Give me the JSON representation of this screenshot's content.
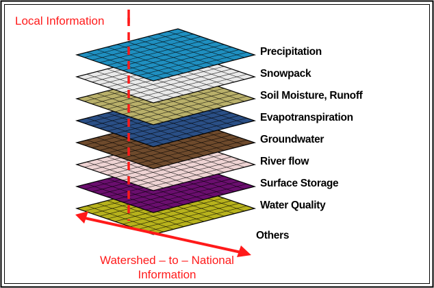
{
  "top_label": "Local Information",
  "bottom_label": {
    "line1": "Watershed – to – National",
    "line2": "Information"
  },
  "layers": [
    {
      "label": "Precipitation",
      "color": "#1f8fc0"
    },
    {
      "label": "Snowpack",
      "color": "#e9e9e9"
    },
    {
      "label": "Soil Moisture, Runoff",
      "color": "#b9b06a"
    },
    {
      "label": "Evapotranspiration",
      "color": "#2a4f86"
    },
    {
      "label": "Groundwater",
      "color": "#6e4a2c"
    },
    {
      "label": "River flow",
      "color": "#eed3d3"
    },
    {
      "label": "Surface Storage",
      "color": "#6a0e6e"
    },
    {
      "label": "Water Quality",
      "color": "#b7b21c"
    }
  ],
  "others_label": "Others",
  "accent_color": "#ff1a1a"
}
